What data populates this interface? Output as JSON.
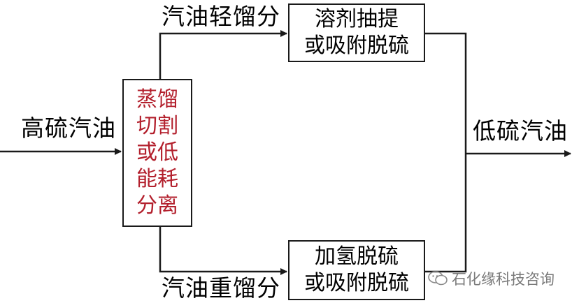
{
  "diagram": {
    "input_label": "高硫汽油",
    "output_label": "低硫汽油",
    "top_stream_label": "汽油轻馏分",
    "bottom_stream_label": "汽油重馏分",
    "separation_box": {
      "lines": [
        "蒸馏",
        "切割",
        "或低",
        "能耗",
        "分离"
      ],
      "text_color": "#b3202d"
    },
    "top_box": {
      "lines": [
        "溶剂抽提",
        "或吸附脱硫"
      ]
    },
    "bottom_box": {
      "lines": [
        "加氢脱硫",
        "或吸附脱硫"
      ]
    },
    "line_color": "#1a1a1a"
  },
  "watermark": {
    "icon": "wechat-icon",
    "text": "石化缘科技咨询"
  }
}
